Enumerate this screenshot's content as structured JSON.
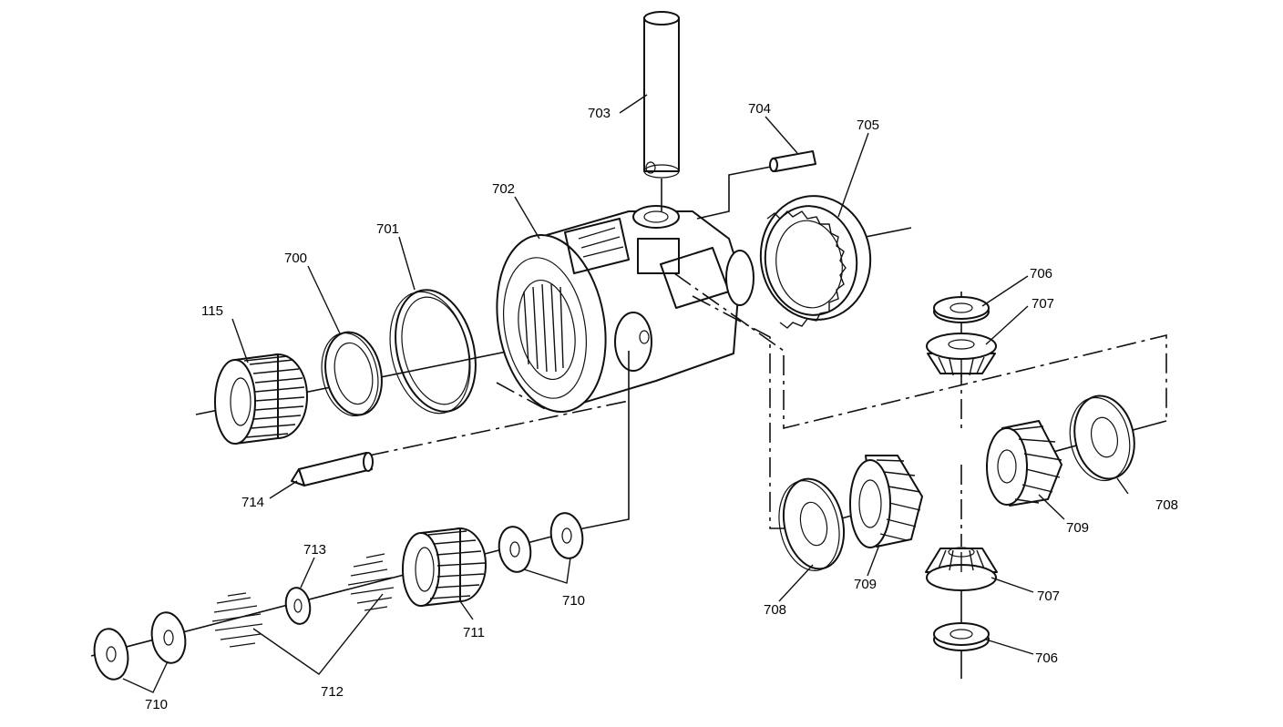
{
  "callouts": {
    "c115": "115",
    "c700": "700",
    "c701": "701",
    "c702": "702",
    "c703": "703",
    "c704": "704",
    "c705": "705",
    "c706a": "706",
    "c707a": "707",
    "c708a": "708",
    "c709a": "709",
    "c708b": "708",
    "c709b": "709",
    "c707b": "707",
    "c706b": "706",
    "c714": "714",
    "c713": "713",
    "c710a": "710",
    "c711": "711",
    "c712": "712",
    "c710b": "710"
  },
  "colors": {
    "line": "#111111",
    "background": "#ffffff"
  }
}
